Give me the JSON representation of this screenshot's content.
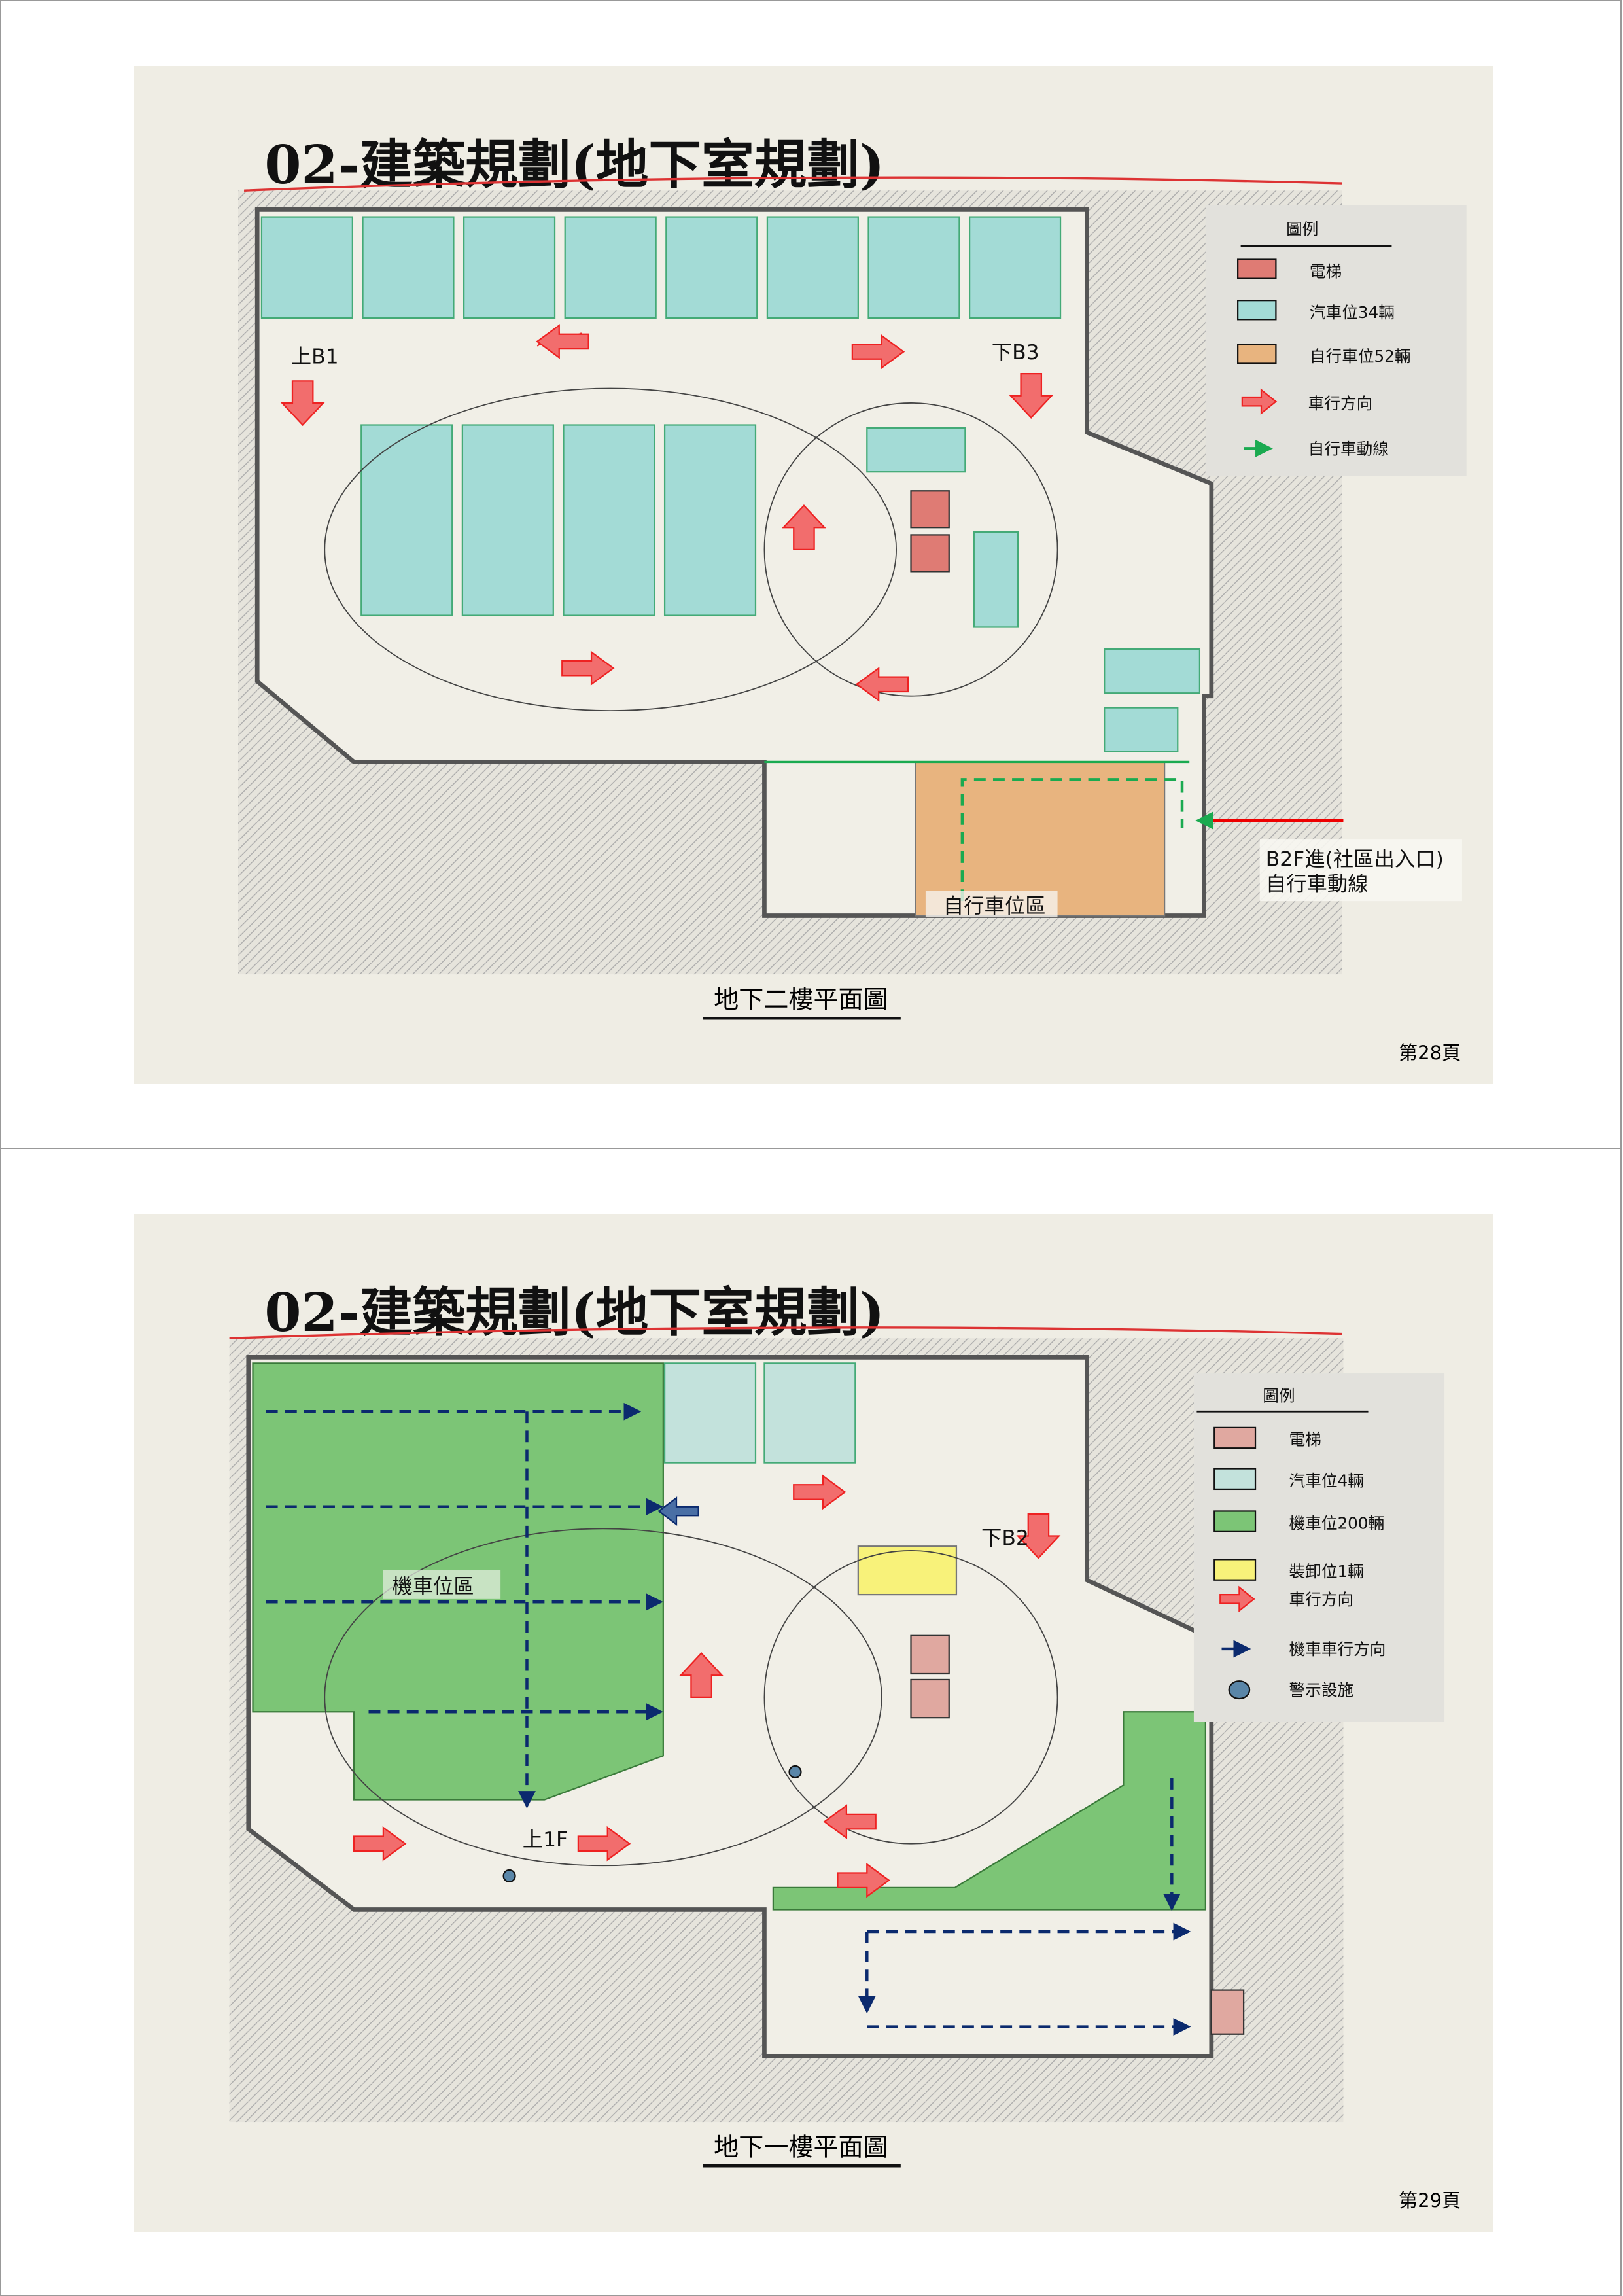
{
  "pages": [
    {
      "title": "02-建築規劃(地下室規劃)",
      "caption": "地下二樓平面圖",
      "page_number": "第28頁",
      "labels": {
        "up": "上B1",
        "down": "下B3",
        "bike_area": "自行車位區",
        "entry_line1": "B2F進(社區出入口)",
        "entry_line2": "自行車動線"
      },
      "legend": {
        "title": "圖例",
        "items": [
          {
            "label": "電梯",
            "color": "#df7b74",
            "icon": "swatch"
          },
          {
            "label": "汽車位34輛",
            "color": "#a3dbd6",
            "icon": "swatch"
          },
          {
            "label": "自行車位52輛",
            "color": "#e8b47f",
            "icon": "swatch"
          },
          {
            "label": "車行方向",
            "color": "#f26d6d",
            "icon": "red-arrow-icon"
          },
          {
            "label": "自行車動線",
            "color": "#1aaa50",
            "icon": "green-arrow-icon"
          }
        ]
      }
    },
    {
      "title": "02-建築規劃(地下室規劃)",
      "caption": "地下一樓平面圖",
      "page_number": "第29頁",
      "labels": {
        "down": "下B2",
        "up": "上1F",
        "moto_area": "機車位區"
      },
      "legend": {
        "title": "圖例",
        "items": [
          {
            "label": "電梯",
            "color": "#e0a8a0",
            "icon": "swatch"
          },
          {
            "label": "汽車位4輛",
            "color": "#c3e2dc",
            "icon": "swatch"
          },
          {
            "label": "機車位200輛",
            "color": "#7cc576",
            "icon": "swatch"
          },
          {
            "label": "裝卸位1輛",
            "color": "#f8f27a",
            "icon": "swatch"
          },
          {
            "label": "車行方向",
            "color": "#f26d6d",
            "icon": "red-arrow-icon"
          },
          {
            "label": "機車車行方向",
            "color": "#0b2a6e",
            "icon": "navy-arrow-icon"
          },
          {
            "label": "警示設施",
            "color": "#5a86a8",
            "icon": "circle"
          }
        ]
      }
    }
  ]
}
